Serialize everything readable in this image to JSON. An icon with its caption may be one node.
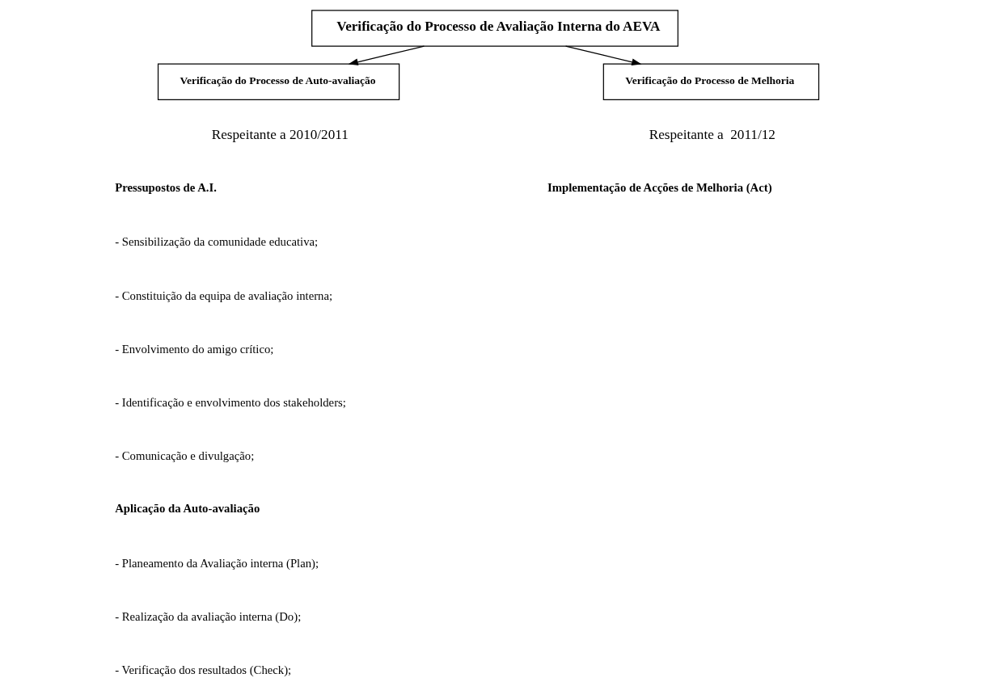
{
  "diagram": {
    "nodes": [
      {
        "text": [
          "Verificação do Processo de Avaliação Interna do AEVA"
        ]
      },
      {
        "text": [
          "Verificação do Processo de Auto-avaliação"
        ]
      },
      {
        "text": [
          "Verificação do Processo de Melhoria"
        ]
      }
    ],
    "edges": [
      {
        "from": 0,
        "to": 1,
        "arrow": "to"
      },
      {
        "from": 0,
        "to": 2,
        "arrow": "to"
      }
    ],
    "labels": [
      "Respeitante a 2010/2011",
      "Respeitante a  2011/12",
      "Pressupostos de A.I.",
      "Implementação de Acções de Melhoria (Act)",
      "- Sensibilização da comunidade educativa;",
      "- Constituição da equipa de avaliação interna;",
      "- Envolvimento do amigo crítico;",
      "- Identificação e envolvimento dos stakeholders;",
      "- Comunicação e divulgação;",
      "Aplicação da Auto-avaliação",
      "- Planeamento da Avaliação interna (Plan);",
      "- Realização da avaliação interna (Do);",
      "- Verificação dos resultados (Check);"
    ]
  }
}
